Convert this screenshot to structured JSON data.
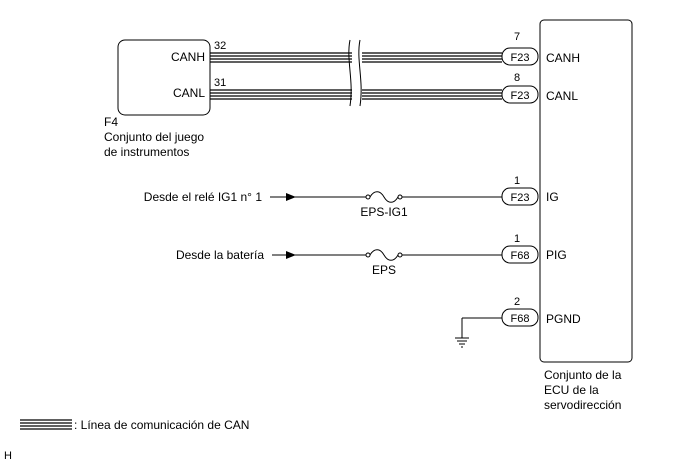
{
  "instrument_cluster": {
    "pin_canh_label": "CANH",
    "pin_canl_label": "CANL",
    "pin_canh_number": "32",
    "pin_canl_number": "31",
    "connector_id": "F4",
    "name_line1": "Conjunto del juego",
    "name_line2": "de instrumentos"
  },
  "ecu": {
    "name_line1": "Conjunto de la",
    "name_line2": "ECU de la",
    "name_line3": "servodirección",
    "pins": [
      {
        "number": "7",
        "connector": "F23",
        "label": "CANH"
      },
      {
        "number": "8",
        "connector": "F23",
        "label": "CANL"
      },
      {
        "number": "1",
        "connector": "F23",
        "label": "IG"
      },
      {
        "number": "1",
        "connector": "F68",
        "label": "PIG"
      },
      {
        "number": "2",
        "connector": "F68",
        "label": "PGND"
      }
    ]
  },
  "sources": {
    "ig1_text": "Desde el relé IG1 n° 1",
    "battery_text": "Desde la batería"
  },
  "fuses": {
    "eps_ig1": "EPS-IG1",
    "eps": "EPS"
  },
  "legend": {
    "can_line_text": ": Línea de comunicación de CAN"
  },
  "corner_mark": "H"
}
